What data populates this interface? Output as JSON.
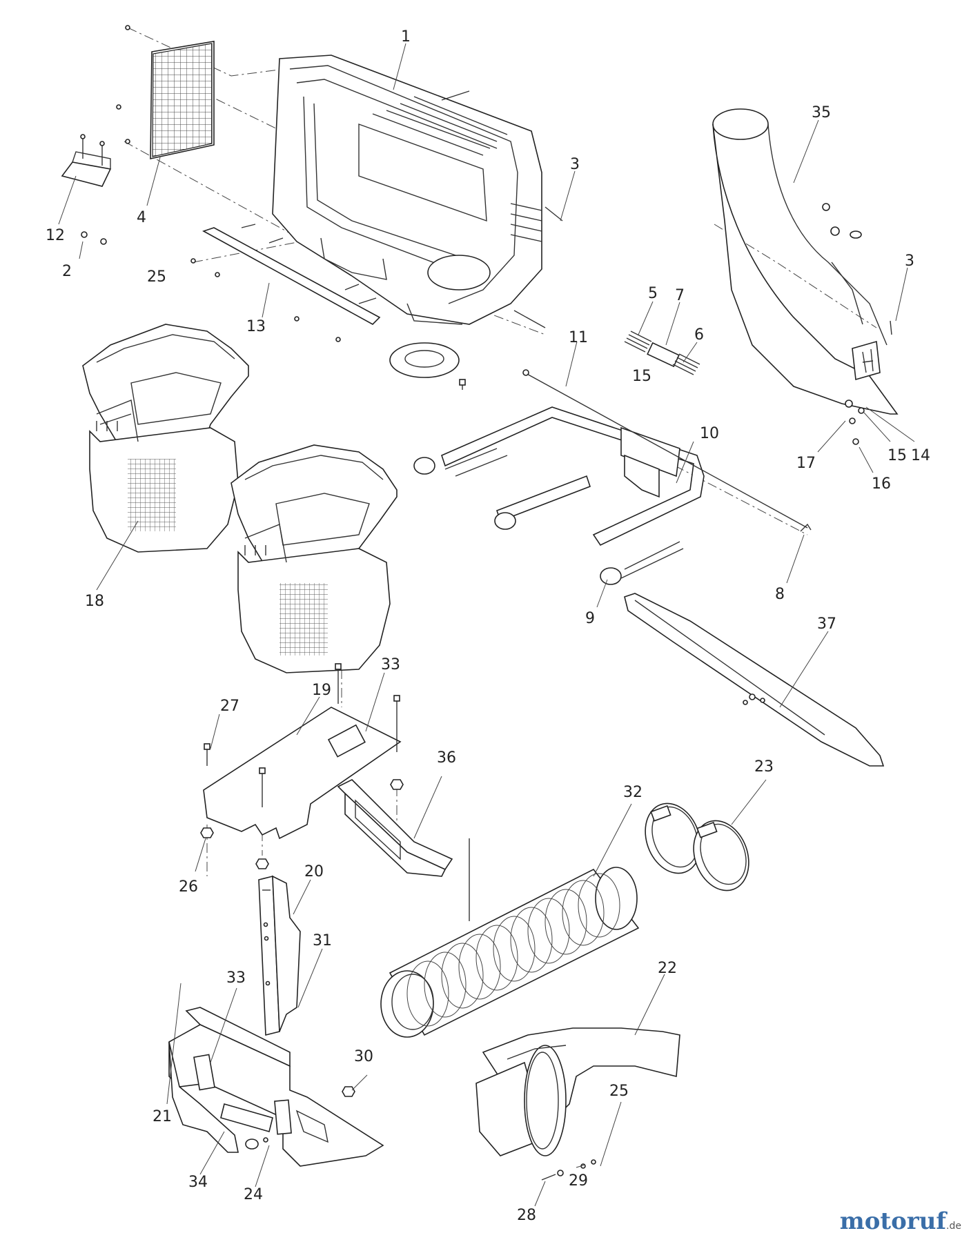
{
  "diagram": {
    "callouts": [
      "1",
      "3",
      "4",
      "12",
      "2",
      "25",
      "13",
      "5",
      "7",
      "6",
      "15",
      "11",
      "35",
      "3",
      "17",
      "15",
      "14",
      "16",
      "10",
      "18",
      "8",
      "9",
      "37",
      "33",
      "19",
      "27",
      "36",
      "23",
      "32",
      "26",
      "20",
      "22",
      "33",
      "31",
      "30",
      "25",
      "21",
      "34",
      "24",
      "28",
      "29"
    ]
  },
  "watermark": {
    "main": "motoruf",
    "tld": ".de"
  }
}
